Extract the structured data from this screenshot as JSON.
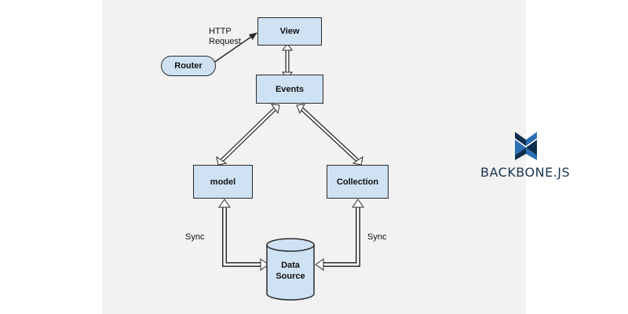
{
  "diagram": {
    "nodes": {
      "view": "View",
      "events": "Events",
      "router": "Router",
      "model": "model",
      "collection": "Collection",
      "data_source_line1": "Data",
      "data_source_line2": "Source"
    },
    "edge_labels": {
      "http_line1": "HTTP",
      "http_line2": "Request",
      "sync_left": "Sync",
      "sync_right": "Sync"
    }
  },
  "brand": {
    "name": "BACKBONE.JS",
    "colors": {
      "dark": "#0d2e4d",
      "light": "#2a6fb5"
    }
  },
  "colors": {
    "node_fill": "#cfe2f3",
    "stroke": "#2a2a2a",
    "panel": "#f2f2f2"
  }
}
